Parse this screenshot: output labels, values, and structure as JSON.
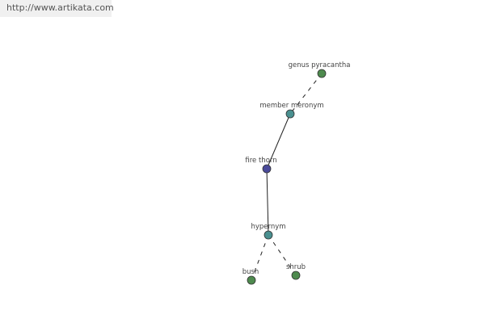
{
  "watermark": "http://www.artikata.com",
  "colors": {
    "edge": "#222222",
    "node_stroke": "#333333",
    "focus_node": "#4a4a9a",
    "relation_node": "#4a9090",
    "word_node": "#4e8a4e"
  },
  "nodes": {
    "genus_pyracantha": {
      "label": "genus pyracantha",
      "kind": "word"
    },
    "member_meronym": {
      "label": "member meronym",
      "kind": "relation"
    },
    "fire_thorn": {
      "label": "fire thorn",
      "kind": "focus"
    },
    "hypernym": {
      "label": "hypernym",
      "kind": "relation"
    },
    "bush": {
      "label": "bush",
      "kind": "word"
    },
    "shrub": {
      "label": "shrub",
      "kind": "word"
    }
  },
  "edges": [
    {
      "from": "genus_pyracantha",
      "to": "member_meronym",
      "style": "dashed"
    },
    {
      "from": "member_meronym",
      "to": "fire_thorn",
      "style": "solid"
    },
    {
      "from": "fire_thorn",
      "to": "hypernym",
      "style": "solid"
    },
    {
      "from": "hypernym",
      "to": "bush",
      "style": "dashed"
    },
    {
      "from": "hypernym",
      "to": "shrub",
      "style": "dashed"
    }
  ]
}
